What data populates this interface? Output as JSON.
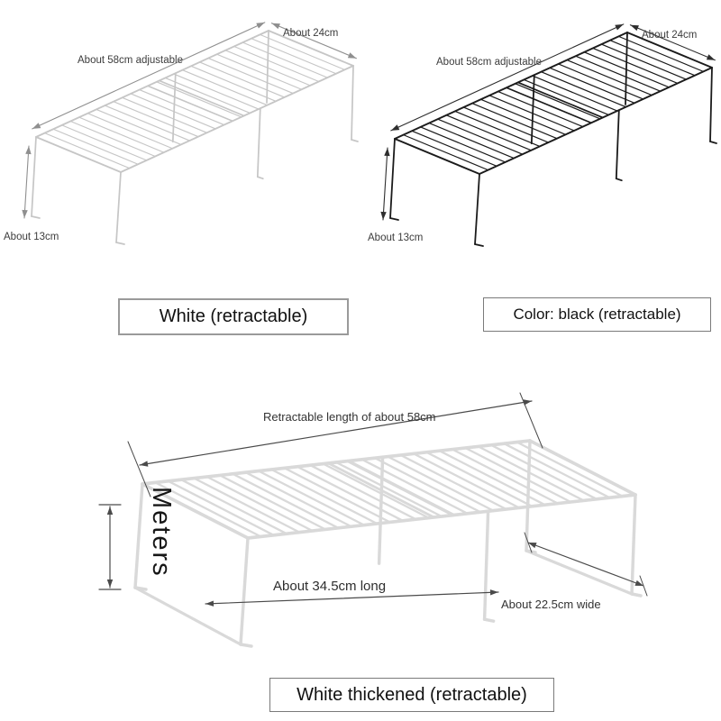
{
  "white_rack": {
    "depth": "About 24cm",
    "length": "About 58cm adjustable",
    "height": "About 13cm",
    "label": "White (retractable)"
  },
  "black_rack": {
    "depth": "About 24cm",
    "length": "About 58cm adjustable",
    "height": "About 13cm",
    "label": "Color: black (retractable)"
  },
  "bottom_rack": {
    "retract_length": "Retractable length of about 58cm",
    "height_label": "Meters",
    "length": "About 34.5cm long",
    "width": "About 22.5cm wide",
    "label": "White thickened (retractable)"
  },
  "colors": {
    "white_rack": "#c6c6c6",
    "black_rack": "#1b1b1b",
    "bottom_rack": "#d9d9d9",
    "dimension": "#4a4a4a",
    "dimension_light": "#8f8f8f",
    "dimension_dark": "#2e2e2e",
    "label_border": "#8c8c8c"
  }
}
